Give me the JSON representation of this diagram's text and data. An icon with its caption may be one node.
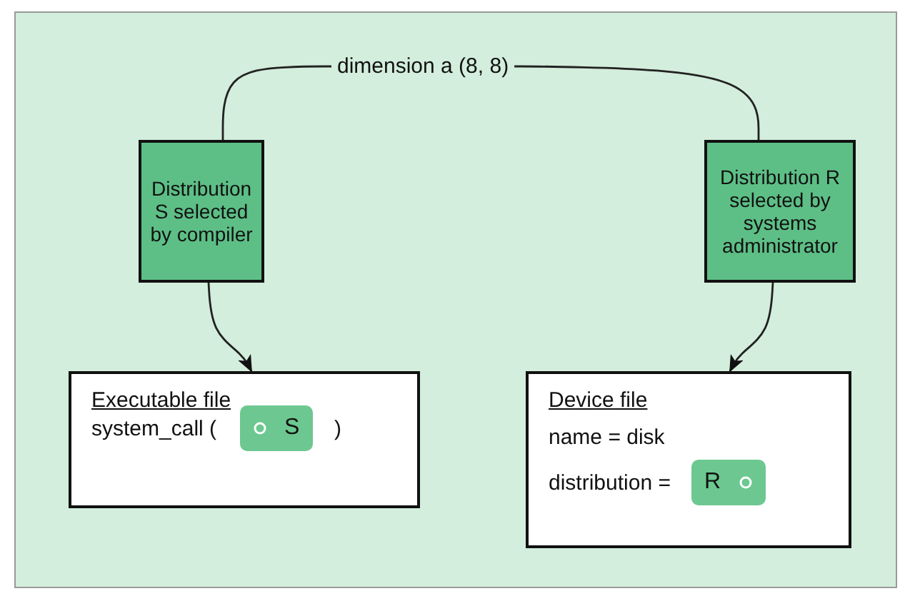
{
  "diagram": {
    "nodes": [
      {
        "text": [
          "dimension a (8, 8)"
        ]
      },
      {
        "text": [
          "Distribution S selected by compiler"
        ]
      },
      {
        "text": [
          "Distribution R selected by systems administrator"
        ]
      },
      {
        "text": [
          "Executable file",
          "system_call (",
          ")"
        ]
      },
      {
        "text": [
          "S"
        ],
        "in": 3
      },
      {
        "text": [
          "Device file",
          "name = disk",
          "distribution ="
        ]
      },
      {
        "text": [
          "R"
        ],
        "in": 5
      }
    ],
    "edges": [
      {
        "from": 0,
        "to": 1,
        "arrow": "none"
      },
      {
        "from": 0,
        "to": 2,
        "arrow": "none"
      },
      {
        "from": 1,
        "to": 3,
        "arrow": "to"
      },
      {
        "from": 2,
        "to": 5,
        "arrow": "to"
      }
    ]
  }
}
